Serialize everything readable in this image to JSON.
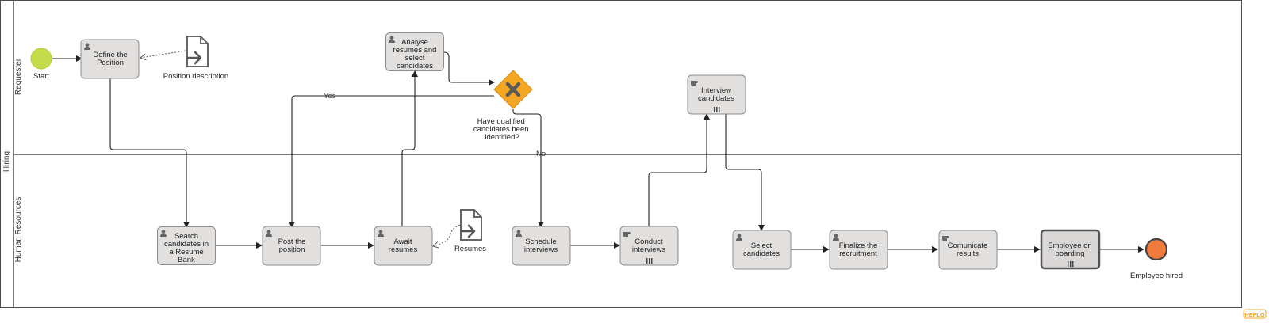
{
  "pool": {
    "name": "Hiring"
  },
  "lanes": [
    {
      "id": "requester",
      "name": "Requester"
    },
    {
      "id": "hr",
      "name": "Human Resources"
    }
  ],
  "events": {
    "start": {
      "label": "Start",
      "color": "#c5dd4a"
    },
    "end": {
      "label": "Employee hired",
      "color": "#f07a3c"
    }
  },
  "tasks": {
    "define_position": {
      "label": [
        "Define the",
        "Position"
      ],
      "type": "user"
    },
    "analyse_resumes": {
      "label": [
        "Analyse",
        "resumes and",
        "select",
        "candidates"
      ],
      "type": "user"
    },
    "interview_candidates": {
      "label": [
        "Interview",
        "candidates"
      ],
      "type": "manual",
      "multi": true
    },
    "search_candidates": {
      "label": [
        "Search",
        "candidates in",
        "a Resume",
        "Bank"
      ],
      "type": "user"
    },
    "post_position": {
      "label": [
        "Post the",
        "position"
      ],
      "type": "user"
    },
    "await_resumes": {
      "label": [
        "Await",
        "resumes"
      ],
      "type": "user"
    },
    "schedule_interviews": {
      "label": [
        "Schedule",
        "interviews"
      ],
      "type": "user"
    },
    "conduct_interviews": {
      "label": [
        "Conduct",
        "interviews"
      ],
      "type": "manual",
      "multi": true
    },
    "select_candidates": {
      "label": [
        "Select",
        "candidates"
      ],
      "type": "user"
    },
    "finalize_recruitment": {
      "label": [
        "Finalize the",
        "recruitment"
      ],
      "type": "user"
    },
    "communicate_results": {
      "label": [
        "Comunicate",
        "results"
      ],
      "type": "manual"
    },
    "employee_onboarding": {
      "label": [
        "Employee on",
        "boarding"
      ],
      "type": "subprocess",
      "multi": true
    }
  },
  "gateway": {
    "label": [
      "Have qualified",
      "candidates been",
      "identified?"
    ],
    "color": "#f5a623",
    "yes_label": "Yes",
    "no_label": "No"
  },
  "data_objects": {
    "position_description": {
      "label": "Position description"
    },
    "resumes": {
      "label": "Resumes"
    }
  },
  "logo": {
    "text": "HEFLO",
    "color": "#f5a623"
  }
}
